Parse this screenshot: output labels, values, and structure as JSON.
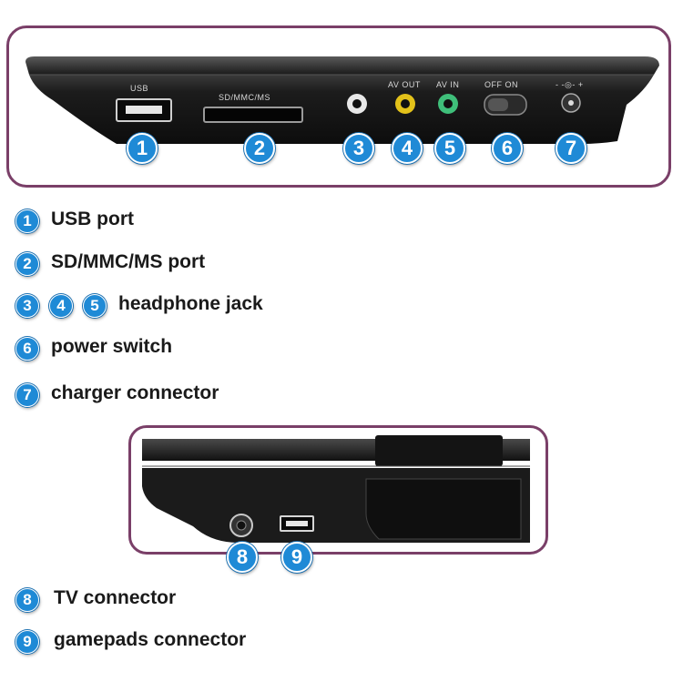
{
  "top_panel": {
    "port_labels": {
      "usb": "USB",
      "card": "SD/MMC/MS",
      "av_out": "AV OUT",
      "av_in": "AV IN",
      "switch": "OFF  ON"
    },
    "callouts": [
      "1",
      "2",
      "3",
      "4",
      "5",
      "6",
      "7"
    ]
  },
  "legend_top": [
    {
      "numbers": [
        "1"
      ],
      "text": "USB port"
    },
    {
      "numbers": [
        "2"
      ],
      "text": "SD/MMC/MS port"
    },
    {
      "numbers": [
        "3",
        "4",
        "5"
      ],
      "text": "headphone jack"
    },
    {
      "numbers": [
        "6"
      ],
      "text": "power switch"
    },
    {
      "numbers": [
        "7"
      ],
      "text": "charger connector"
    }
  ],
  "bottom_panel": {
    "callouts": [
      "8",
      "9"
    ]
  },
  "legend_bottom": [
    {
      "numbers": [
        "8"
      ],
      "text": "TV connector"
    },
    {
      "numbers": [
        "9"
      ],
      "text": "gamepads connector"
    }
  ],
  "colors": {
    "frame": "#7a3f68",
    "badge": "#1f8ad6",
    "device_body": "#1b1b1b",
    "av_out_jack": "#e3c21a",
    "av_in_jack": "#3fbf7a"
  }
}
